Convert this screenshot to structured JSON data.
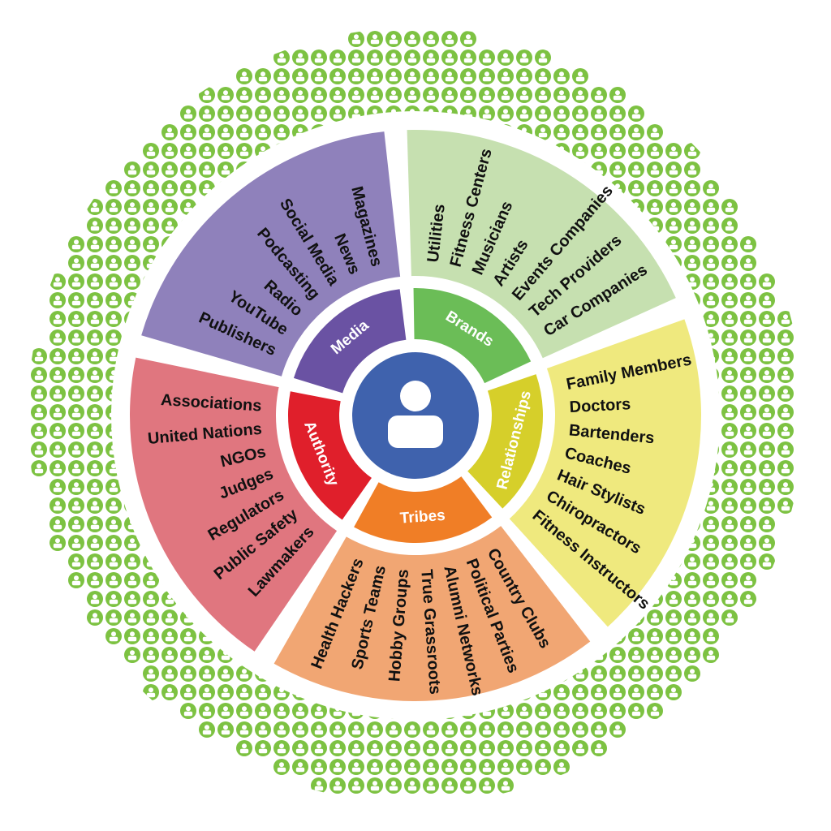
{
  "diagram": {
    "center_icon": "user-icon",
    "background_pattern_icon": "user-badge-icon",
    "colors": {
      "pattern": "#7dc242",
      "center": "#3f62ad"
    },
    "categories": [
      {
        "id": "media",
        "label": "Media",
        "inner_color": "#6a52a3",
        "outer_color": "#8f81bb",
        "items": [
          "Publishers",
          "YouTube",
          "Radio",
          "Podcasting",
          "Social Media",
          "News",
          "Magazines"
        ]
      },
      {
        "id": "brands",
        "label": "Brands",
        "inner_color": "#6bbd57",
        "outer_color": "#c6e0b0",
        "items": [
          "Utilities",
          "Fitness Centers",
          "Musicians",
          "Artists",
          "Events Companies",
          "Tech Providers",
          "Car Companies"
        ]
      },
      {
        "id": "relationships",
        "label": "Relationships",
        "inner_color": "#d6cf2a",
        "outer_color": "#efe97e",
        "items": [
          "Family Members",
          "Doctors",
          "Bartenders",
          "Coaches",
          "Hair Stylists",
          "Chiropractors",
          "Fitness Instructors"
        ]
      },
      {
        "id": "tribes",
        "label": "Tribes",
        "inner_color": "#f07e26",
        "outer_color": "#f1a673",
        "items": [
          "Country Clubs",
          "Political Parties",
          "Alumni Networks",
          "True Grassroots",
          "Hobby Groups",
          "Sports Teams",
          "Health Hackers"
        ]
      },
      {
        "id": "authority",
        "label": "Authority",
        "inner_color": "#e01f2b",
        "outer_color": "#e0767f",
        "items": [
          "Lawmakers",
          "Public Safety",
          "Regulators",
          "Judges",
          "NGOs",
          "United Nations",
          "Associations"
        ]
      }
    ]
  }
}
